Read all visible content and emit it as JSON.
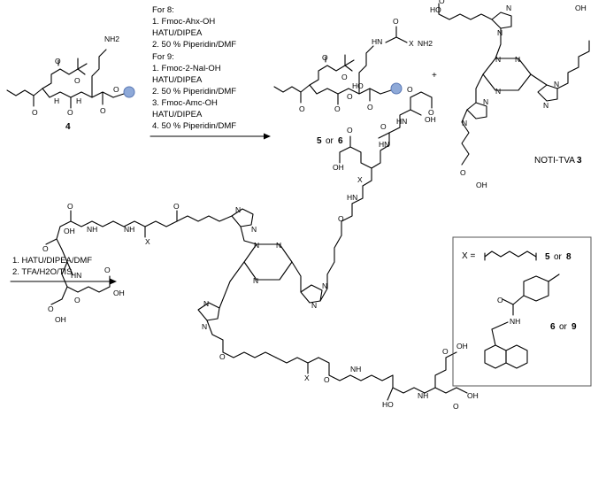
{
  "reaction1": {
    "heading_for_8": "For 8:",
    "steps_8": [
      "1. Fmoc-Ahx-OH",
      "HATU/DIPEA",
      "2. 50 % Piperidin/DMF"
    ],
    "heading_for_9": "For 9:",
    "steps_9": [
      "1. Fmoc-2-Nal-OH",
      "HATU/DIPEA",
      "2. 50 % Piperidin/DMF",
      "3. Fmoc-Amc-OH",
      "HATU/DIPEA",
      "4. 50 % Piperidin/DMF"
    ]
  },
  "reaction2": {
    "steps": [
      "1. HATU/DIPEA/DMF",
      "2. TFA/H2O/TIS"
    ]
  },
  "compounds": {
    "start_label": "4",
    "intermediate_label_a": "5",
    "intermediate_or": "or",
    "intermediate_label_b": "6",
    "chelator_name": "NOTI-TVA",
    "chelator_num": "3",
    "plus": "+"
  },
  "legend": {
    "x_equals": "X =",
    "entry1_label_a": "5",
    "entry1_or": "or",
    "entry1_label_b": "8",
    "entry2_label_a": "6",
    "entry2_or": "or",
    "entry2_label_b": "9"
  },
  "atoms": {
    "O": "O",
    "H": "H",
    "N": "N",
    "NH": "NH",
    "HN": "HN",
    "OH": "OH",
    "HO": "HO",
    "NH2": "NH2",
    "X": "X",
    "N_plain": "N"
  }
}
